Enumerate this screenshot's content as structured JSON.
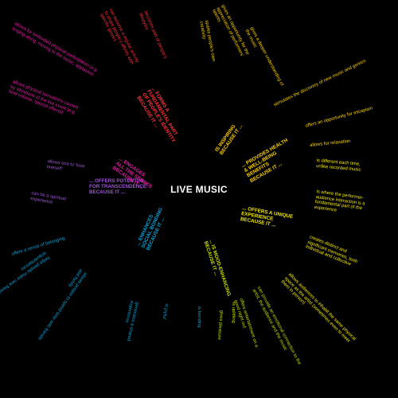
{
  "center_label": "LIVE MUSIC",
  "branches": [
    {
      "color": "#ffcf00",
      "label": "IS INSPIRING\nBECAUSE IT ...",
      "items": [
        "sparks people's own\ncreativity",
        "gives an opportunity for the\nappreciation of performers'\ntalents",
        "gives a deeper understanding of\nthe music",
        "stimulates the discovery of new music and genres"
      ]
    },
    {
      "color": "#ffd400",
      "label": "... PROVIDES HEALTH\n& WELL-BEING\nBENEFITS\nBECAUSE IT ...",
      "items": [
        "offers an opportunity for escapism",
        "allows for relaxation"
      ]
    },
    {
      "color": "#f2e600",
      "label": "... OFFERS A UNIQUE\nEXPERIENCE\nBECAUSE IT ...",
      "items": [
        "is different each time,\nunlike recorded music",
        "is where the performer-\naudience interaction is a\nfundamental part of the\nexperience",
        "creates distinct and\nsignificant memories, both\nindividual and collective",
        "allows audiences to inhabit the same physical\nspace as the artist (sometimes even to meet\nthem in person)"
      ]
    },
    {
      "color": "#c6dc00",
      "label": "... IS MOOD-ENHANCING\nBECAUSE IT ...",
      "items": [
        "can provide an emotional connection to the\nartist, the audience and the music",
        "offers entertainment on a\ngood night out",
        "is uplifting",
        "gives pleasure"
      ]
    },
    {
      "color": "#0aa0d6",
      "label": "... ENHANCES\nSOCIAL BONDING\nBECAUSE IT ...",
      "items": [
        "is bonding",
        "is joyful",
        "generates a shared\nexperience",
        "allows people to spend time with friends\nand family",
        "helps people make new friends and\nacquaintances",
        "offers a sense of belonging"
      ]
    },
    {
      "color": "#9b55d0",
      "label": "... OFFERS POTENTIAL\nFOR TRANSCENDENCE\nBECAUSE IT ...",
      "items": [
        "allows one to 'lose\noneself'",
        "can be a spiritual\nexperience"
      ]
    },
    {
      "color": "#e81aa8",
      "label": "... ENGAGES\nALL THE SENSES\nBECAUSE IT ...",
      "items": [
        "allows physical sensations caused\nby vibrations of the live event (e.g.\nloud volume, special effects)",
        "allows for embodied physical participation (e.g.\nsinging along, moving to the music, applause)"
      ]
    },
    {
      "color": "#ff2f3a",
      "label": "... FORMS A\nFUNDAMENTAL PART\nOF PEOPLE'S IDENTITY\nBECAUSE IT ...",
      "items": [
        "can become a regular activity\nto share people's affinity with\nspecific genres",
        "becomes part of people's\nlifestyles"
      ]
    }
  ]
}
